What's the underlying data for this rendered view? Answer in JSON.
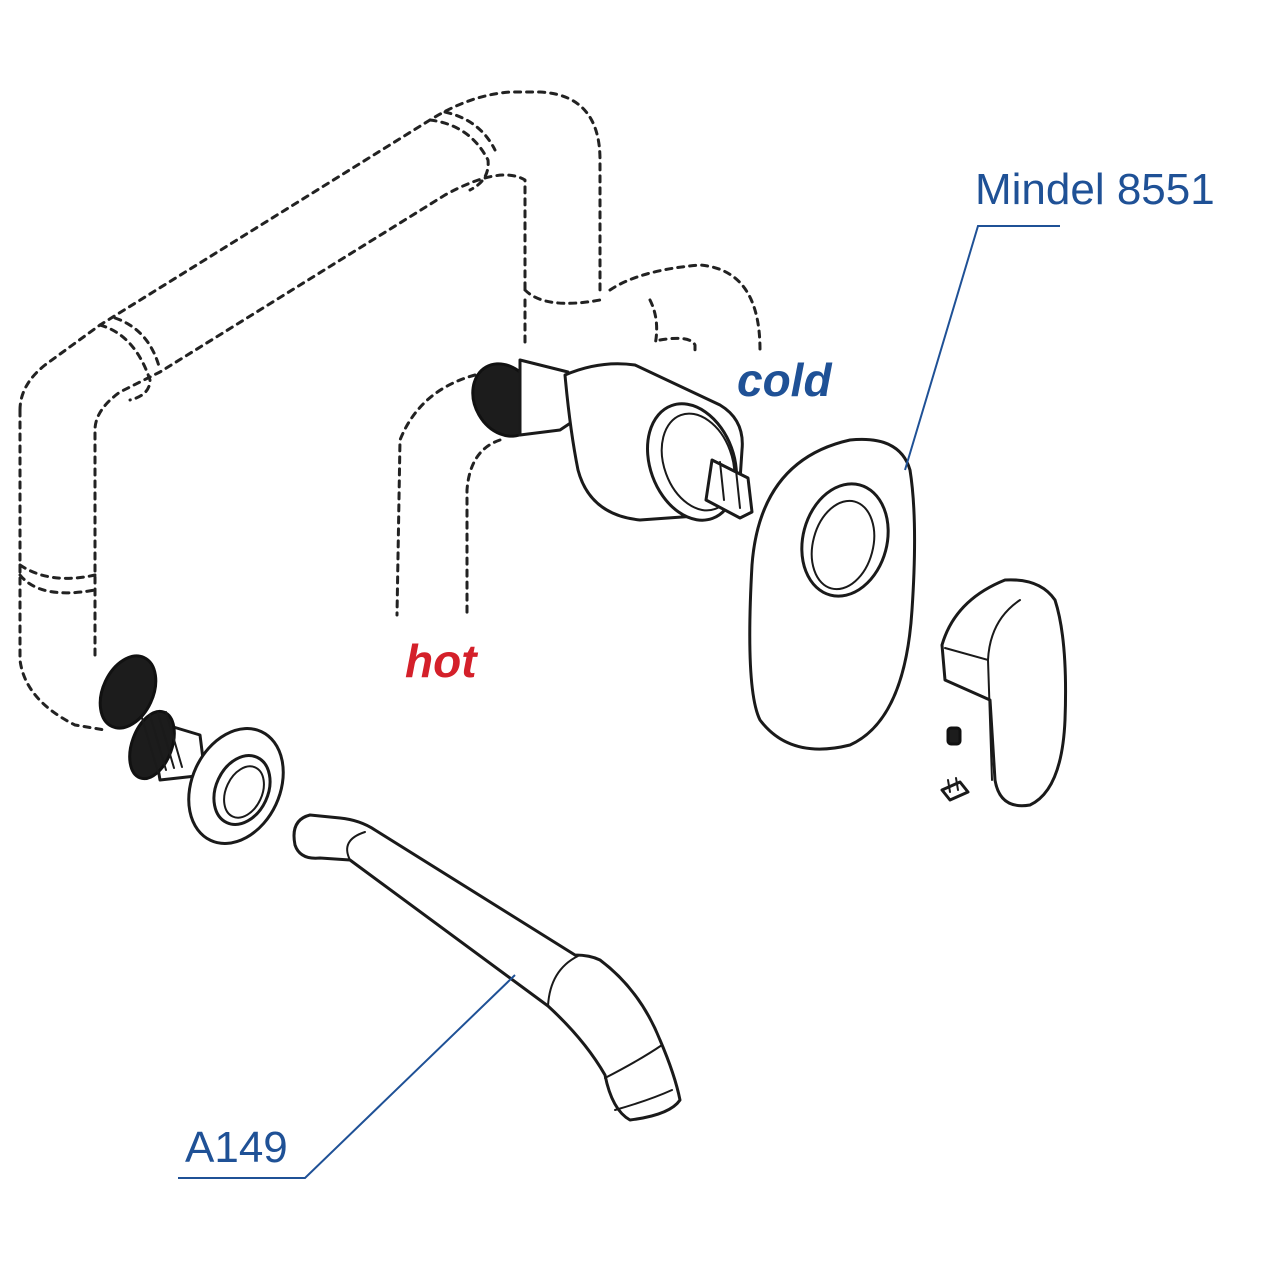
{
  "labels": {
    "mixer": "Mindel 8551",
    "spout": "A149",
    "cold": "cold",
    "hot": "hot"
  },
  "colors": {
    "label_blue": "#1f5196",
    "cold_blue": "#1f5196",
    "hot_red": "#d4202a",
    "line": "#1a1a1a"
  }
}
